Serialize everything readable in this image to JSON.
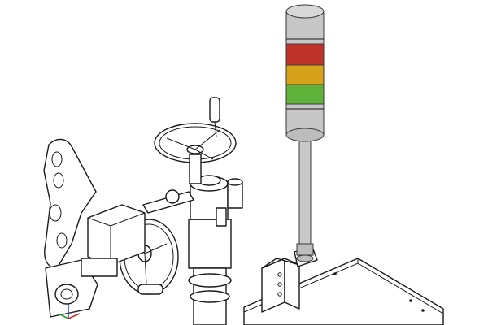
{
  "colors": {
    "background": "#ffffff",
    "line": "#1a1a1a",
    "tower_cap": "#d0d0d0",
    "tower_body": "#c4c4c4",
    "light_red": "#c0332b",
    "light_yellow": "#d6a21c",
    "light_green": "#5fb23a",
    "axis_x": "#d12a2a",
    "axis_y": "#2a9d2a",
    "axis_z": "#2a4fd1"
  },
  "signal_tower": {
    "segments": [
      "grey",
      "red",
      "yellow",
      "green",
      "grey"
    ]
  },
  "icons": [
    "signal-tower-icon",
    "handwheel-icon",
    "axis-triad-icon"
  ]
}
